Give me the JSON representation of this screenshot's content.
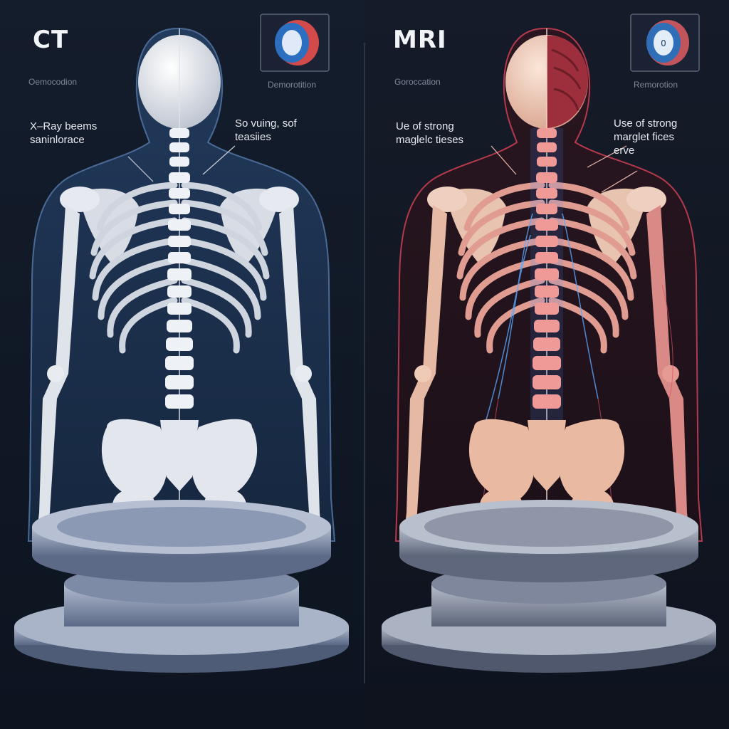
{
  "panels": {
    "ct": {
      "title": "CT",
      "subtitle_left": "Oemocodion",
      "subtitle_right": "Demorotition",
      "label_left": "X–Ray beems\nsaninlorace",
      "label_right": "So vuing, sof\nteasiies",
      "accent": "#7b8ba8"
    },
    "mri": {
      "title": "MRI",
      "subtitle_left": "Goroccation",
      "subtitle_right": "Remorotion",
      "label_left": "Ue of strong\nmaglelc tieses",
      "label_right": "Use of strong\nmarglet fices\nerve",
      "accent": "#d2485a"
    }
  },
  "icons": {
    "ct_thumb": "cross-section-scan-icon",
    "mri_thumb": "cross-section-scan-icon"
  }
}
